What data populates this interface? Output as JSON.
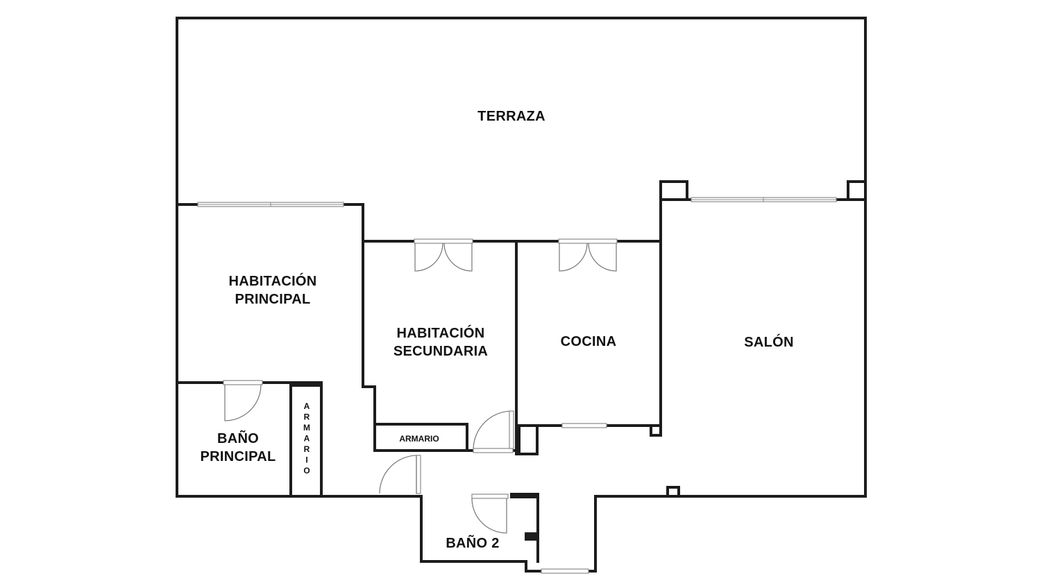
{
  "rooms": {
    "terraza": "TERRAZA",
    "habitacion_principal": [
      "HABITACIÓN",
      "PRINCIPAL"
    ],
    "habitacion_secundaria": [
      "HABITACIÓN",
      "SECUNDARIA"
    ],
    "cocina": "COCINA",
    "salon": "SALÓN",
    "bano_principal": [
      "BAÑO",
      "PRINCIPAL"
    ],
    "armario_vertical": "ARMARIO",
    "armario_horizontal": "ARMARIO",
    "bano_2": "BAÑO 2"
  },
  "colors": {
    "wall": "#1c1c1c",
    "background": "#ffffff",
    "opening": "#8a8a8a"
  }
}
